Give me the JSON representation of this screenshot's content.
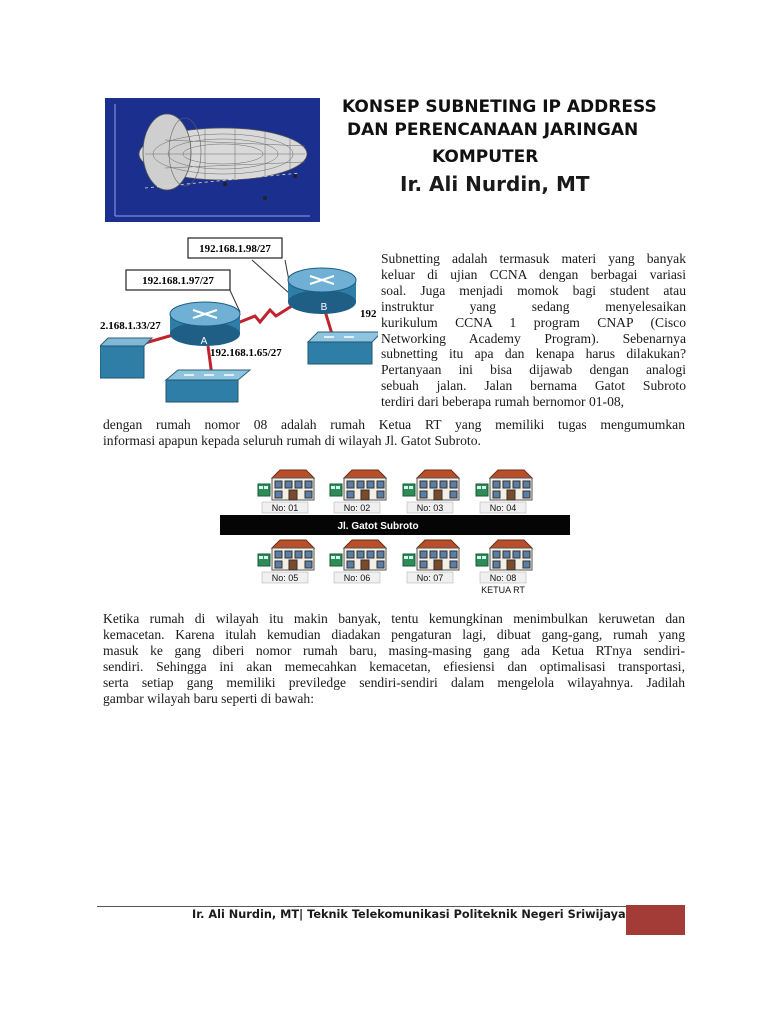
{
  "header": {
    "title_line1": "KONSEP SUBNETING IP ADDRESS",
    "title_line2": "DAN PERENCANAAN JARINGAN",
    "title_line3": "KOMPUTER",
    "author": "Ir. Ali Nurdin, MT"
  },
  "network": {
    "label_b_top": "192.168.1.98/27",
    "label_a_top": "192.168.1.97/27",
    "label_left": "2.168.1.33/27",
    "label_bottom": "192.168.1.65/27",
    "label_right": "192",
    "router_a": "A",
    "router_b": "B"
  },
  "paragraphs": {
    "p1_lines": [
      "Subnetting adalah termasuk materi yang banyak",
      "keluar di ujian CCNA dengan berbagai variasi",
      "soal. Juga menjadi momok bagi student atau",
      "instruktur yang sedang menyelesaikan",
      "kurikulum CCNA 1 program CNAP (Cisco",
      "Networking Academy Program). Sebenarnya",
      "subnetting itu apa dan kenapa harus dilakukan?",
      "Pertanyaan ini bisa dijawab dengan analogi",
      "sebuah jalan. Jalan bernama Gatot Subroto",
      "terdiri dari beberapa rumah bernomor 01-08,"
    ],
    "p1b_lines": [
      "dengan rumah nomor 08 adalah rumah Ketua RT yang memiliki tugas mengumumkan",
      "informasi apapun kepada seluruh rumah di wilayah Jl. Gatot Subroto."
    ],
    "p2_lines": [
      "Ketika rumah di wilayah itu makin banyak, tentu kemungkinan menimbulkan keruwetan dan",
      "kemacetan. Karena itulah kemudian diadakan pengaturan lagi, dibuat gang-gang, rumah yang",
      "masuk ke gang diberi nomor rumah baru, masing-masing gang ada Ketua RTnya sendiri-",
      "sendiri. Sehingga ini akan memecahkan kemacetan, efiesiensi dan optimalisasi transportasi,",
      "serta setiap gang memiliki previledge sendiri-sendiri dalam mengelola wilayahnya. Jadilah",
      "gambar wilayah baru seperti di bawah:"
    ]
  },
  "houses": {
    "street": "Jl. Gatot Subroto",
    "top_row": [
      "No: 01",
      "No: 02",
      "No: 03",
      "No: 04"
    ],
    "bottom_row": [
      "No: 05",
      "No: 06",
      "No: 07",
      "No: 08"
    ],
    "ketua_label": "KETUA RT"
  },
  "footer": {
    "text": "Ir. Ali Nurdin, MT| Teknik Telekomunikasi Politeknik Negeri Sriwijaya"
  },
  "colors": {
    "footer_accent": "#a33b36",
    "logo_bg": "#1b2f8f",
    "router": "#2f7ea8",
    "link_red": "#c0232c"
  }
}
